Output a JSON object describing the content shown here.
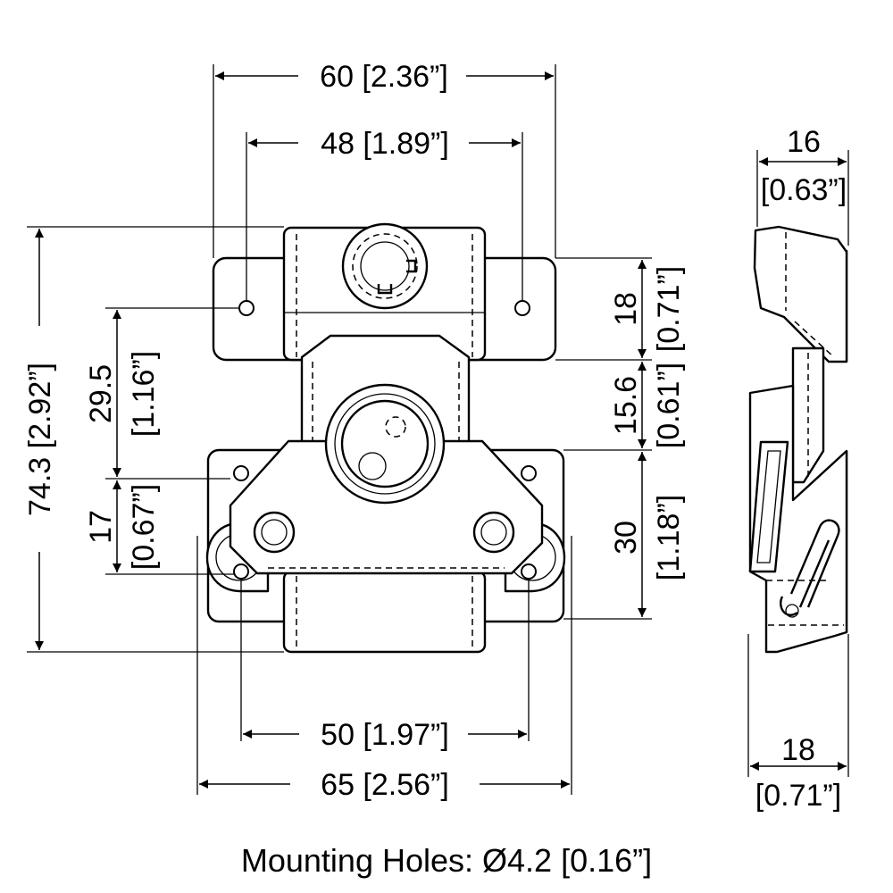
{
  "dimensions": {
    "overall_width_top": "60 [2.36”]",
    "top_hole_spacing": "48 [1.89”]",
    "bottom_hole_spacing": "50 [1.97”]",
    "overall_width_bottom": "65 [2.56”]",
    "overall_height": "74.3 [2.92”]",
    "keeper_to_catch": "29.5",
    "keeper_to_catch_in": "[1.16”]",
    "catch_hole_offset": "17",
    "catch_hole_offset_in": "[0.67”]",
    "keeper_height": "18",
    "keeper_height_in": "[0.71”]",
    "gap": "15.6",
    "gap_in": "[0.61”]",
    "catch_height": "30",
    "catch_height_in": "[1.18”]",
    "side_depth_top": "16",
    "side_depth_top_in": "[0.63”]",
    "side_depth_bottom": "18",
    "side_depth_bottom_in": "[0.71”]"
  },
  "note": "Mounting Holes: Ø4.2 [0.16”]"
}
